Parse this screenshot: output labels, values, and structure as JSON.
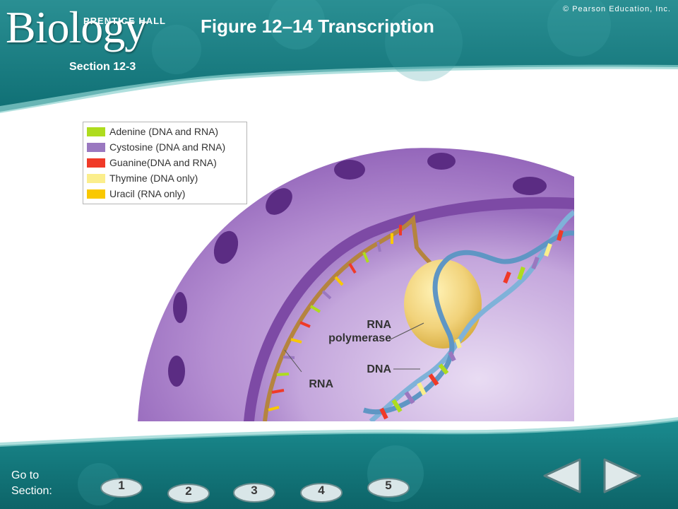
{
  "header": {
    "logo_text": "Biology",
    "brand": "PRENTICE HALL",
    "copyright": "© Pearson Education, Inc.",
    "figure_title": "Figure 12–14 Transcription",
    "section_label": "Section 12-3"
  },
  "legend": {
    "items": [
      {
        "label": "Adenine (DNA and RNA)",
        "color": "#aedc1e"
      },
      {
        "label": "Cystosine (DNA and RNA)",
        "color": "#9a78c0"
      },
      {
        "label": "Guanine(DNA and RNA)",
        "color": "#f03a28"
      },
      {
        "label": "Thymine (DNA only)",
        "color": "#fbee8c"
      },
      {
        "label": "Uracil (RNA only)",
        "color": "#f9c800"
      }
    ]
  },
  "diagram": {
    "labels": {
      "rna_polymerase_line1": "RNA",
      "rna_polymerase_line2": "polymerase",
      "dna": "DNA",
      "rna": "RNA"
    }
  },
  "footer": {
    "goto_line1": "Go to",
    "goto_line2": "Section:",
    "section_buttons": [
      "1",
      "2",
      "3",
      "4",
      "5"
    ]
  },
  "colors": {
    "teal": "#1d8f92",
    "teal_light": "#6cc6c5",
    "nucleus_purple": "#8a55b0"
  }
}
